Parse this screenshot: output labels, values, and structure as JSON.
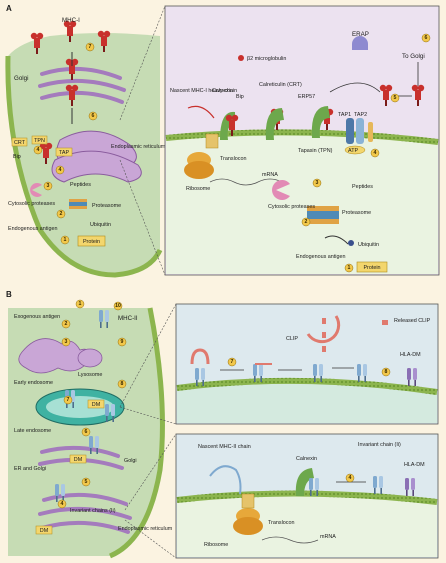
{
  "panel_a": {
    "letter": "A",
    "inset": {
      "mhc1": "MHC-I",
      "golgi": "Golgi",
      "crt": "CRT",
      "tpn": "TPN",
      "bip": "Bip",
      "tap": "TAP",
      "er": "Endoplasmic reticulum",
      "peptides": "Peptides",
      "cytosolic_proteases": "Cytosolic proteases",
      "proteasome": "Proteasome",
      "ubiquitin": "Ubiquitin",
      "endogenous_antigen": "Endogenous antigen",
      "protein": "Protein"
    },
    "detail": {
      "b2m": "β2 microglobulin",
      "erap": "ERAP",
      "to_golgi": "To Golgi",
      "nascent": "Nascent MHC-I heavy chain",
      "calnexin": "Calnexin",
      "bip": "Bip",
      "calreticulin": "Calreticulin (CRT)",
      "erp57": "ERP57",
      "tap1": "TAP1",
      "tap2": "TAP2",
      "tapasin": "Tapasin (TPN)",
      "atp": "ATP",
      "translocon": "Translocon",
      "ribosome": "Ribosome",
      "mrna": "mRNA",
      "peptides": "Peptides",
      "cytosolic_proteases": "Cytosolic proteases",
      "proteasome": "Proteasome",
      "endogenous_antigen": "Endogenous antigen",
      "ubiquitin": "Ubiquitin",
      "protein": "Protein"
    }
  },
  "panel_b": {
    "letter": "B",
    "inset": {
      "exogenous_antigen": "Exogenous antigen",
      "early_endosome": "Early endosome",
      "lysosome": "Lysosome",
      "mhc2": "MHC-II",
      "late_endosome": "Late endosome",
      "dm": "DM",
      "er_golgi": "ER and Golgi",
      "golgi": "Golgi",
      "invariant": "Invariant chains (Ii)",
      "er": "Endoplasmic reticulum"
    },
    "detail_top": {
      "clip": "CLIP",
      "released_clip": "Released CLIP",
      "hla_dm": "HLA-DM"
    },
    "detail_bottom": {
      "nascent": "Nascent MHC-II chain",
      "calnexin": "Calnexin",
      "invariant": "Invariant chain (Ii)",
      "hla_dm": "HLA-DM",
      "translocon": "Translocon",
      "ribosome": "Ribosome",
      "mrna": "mRNA"
    }
  },
  "steps": [
    "1",
    "2",
    "3",
    "4",
    "5",
    "6",
    "7",
    "8",
    "9",
    "10"
  ],
  "colors": {
    "background": "#fbf3e1",
    "cell": "#c6dcb4",
    "er": "#c9a6d6",
    "membrane": "#8cb54e",
    "mhc": "#c8302c",
    "badge": "#f2c84b",
    "detail_panel_a": "#ece2f0",
    "detail_panel_b": "#dde9ee"
  }
}
